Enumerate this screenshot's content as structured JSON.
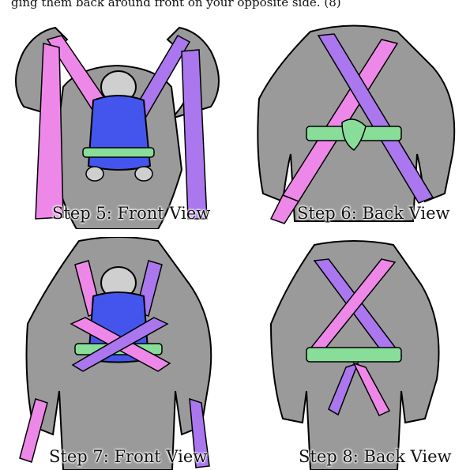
{
  "header": {
    "caption": "ging them back around front on your opposite side. (8)"
  },
  "steps": [
    {
      "label": "Step 5: Front View"
    },
    {
      "label": "Step 6: Back View"
    },
    {
      "label": "Step 7: Front View"
    },
    {
      "label": "Step 8: Back View"
    }
  ],
  "colors": {
    "skin": "#9a9a9a",
    "outline": "#000000",
    "baby_carrier_panel": "#4455ee",
    "pink_strap": "#ee88e8",
    "purple_strap": "#aa77ee",
    "green_waistband": "#88dd99"
  }
}
